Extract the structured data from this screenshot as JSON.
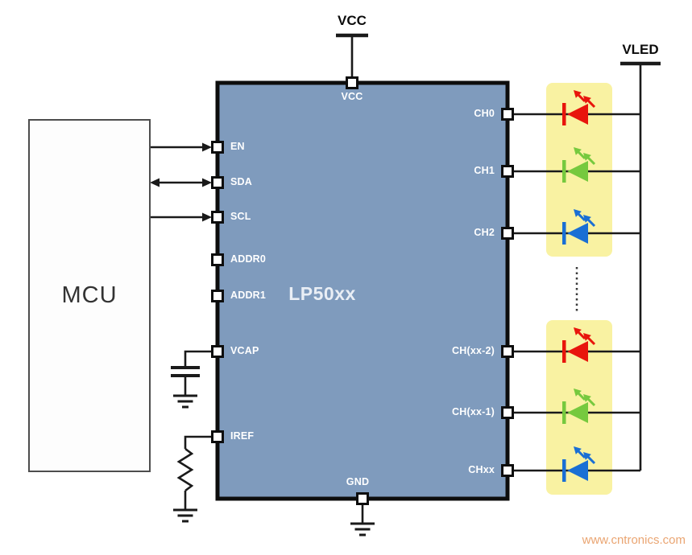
{
  "diagram": {
    "mcu": {
      "label": "MCU"
    },
    "rails": {
      "vcc": "VCC",
      "vled": "VLED"
    },
    "ic": {
      "name": "LP50xx",
      "top_pin": "VCC",
      "bottom_pin": "GND",
      "left_pins": [
        "EN",
        "SDA",
        "SCL",
        "ADDR0",
        "ADDR1",
        "VCAP",
        "IREF"
      ],
      "right_pins": [
        "CH0",
        "CH1",
        "CH2",
        "CH(xx-2)",
        "CH(xx-1)",
        "CHxx"
      ],
      "fill": "#7f9bbd"
    },
    "leds": {
      "highlight": "#f9f2a2",
      "rows": [
        "#e8150c",
        "#76c93e",
        "#1a6fd4",
        "#e8150c",
        "#76c93e",
        "#1a6fd4"
      ],
      "row_names": [
        "red-led",
        "green-led",
        "blue-led",
        "red-led",
        "green-led",
        "blue-led"
      ]
    },
    "watermark": {
      "text": "www.cntronics.com",
      "color": "#eaa572"
    }
  }
}
